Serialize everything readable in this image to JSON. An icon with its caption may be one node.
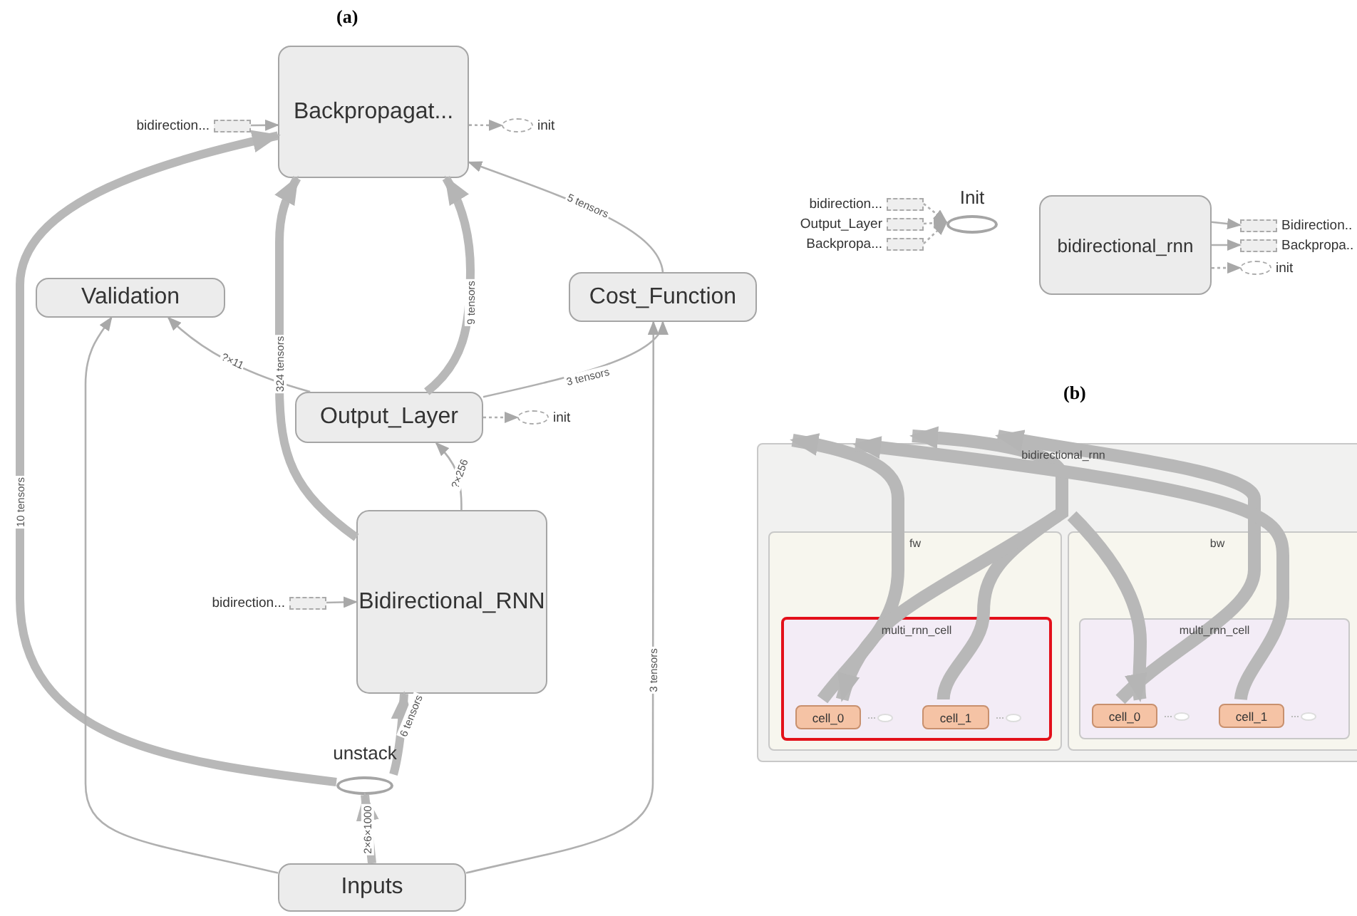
{
  "diagram": {
    "nodes": [
      {
        "text": [
          "Backpropagat..."
        ]
      },
      {
        "text": [
          "bidirection..."
        ]
      },
      {
        "text": [
          "init"
        ]
      },
      {
        "text": [
          "Validation"
        ]
      },
      {
        "text": [
          "Cost_Function"
        ]
      },
      {
        "text": [
          "Output_Layer"
        ]
      },
      {
        "text": [
          "init"
        ]
      },
      {
        "text": [
          "bidirection..."
        ]
      },
      {
        "text": [
          "Bidirectional_RNN"
        ]
      },
      {
        "text": [
          "unstack"
        ]
      },
      {
        "text": [
          "Inputs"
        ]
      },
      {
        "text": [
          "bidirection..."
        ]
      },
      {
        "text": [
          "Output_Layer"
        ]
      },
      {
        "text": [
          "Backpropa..."
        ]
      },
      {
        "text": [
          "Init"
        ]
      },
      {
        "text": [
          "bidirectional_rnn"
        ]
      },
      {
        "text": [
          "Bidirection.."
        ]
      },
      {
        "text": [
          "Backpropa.."
        ]
      },
      {
        "text": [
          "init"
        ]
      },
      {
        "text": [
          "bidirectional_rnn"
        ]
      },
      {
        "text": [
          "fw"
        ],
        "in": 19
      },
      {
        "text": [
          "multi_rnn_cell"
        ],
        "in": 20
      },
      {
        "text": [
          "cell_0"
        ],
        "in": 21
      },
      {
        "text": [
          "cell_1"
        ],
        "in": 21
      },
      {
        "text": [
          "bw"
        ],
        "in": 19
      },
      {
        "text": [
          "multi_rnn_cell"
        ],
        "in": 24
      },
      {
        "text": [
          "cell_0"
        ],
        "in": 25
      },
      {
        "text": [
          "cell_1"
        ],
        "in": 25
      }
    ],
    "edges": [
      {
        "from": 10,
        "to": 9,
        "arrow": "to",
        "label": "2×6×1000",
        "style": "thick"
      },
      {
        "from": 9,
        "to": 8,
        "arrow": "to",
        "label": "6 tensors",
        "style": "thick"
      },
      {
        "from": 9,
        "to": 0,
        "arrow": "to",
        "label": "10 tensors",
        "style": "thick"
      },
      {
        "from": 8,
        "to": 0,
        "arrow": "to",
        "label": "324 tensors",
        "style": "thick"
      },
      {
        "from": 8,
        "to": 5,
        "arrow": "to",
        "label": "?×256"
      },
      {
        "from": 5,
        "to": 0,
        "arrow": "to",
        "label": "9 tensors",
        "style": "thick"
      },
      {
        "from": 5,
        "to": 3,
        "arrow": "to",
        "label": "?×11"
      },
      {
        "from": 5,
        "to": 4,
        "arrow": "to",
        "label": "3 tensors"
      },
      {
        "from": 4,
        "to": 0,
        "arrow": "to",
        "label": "5 tensors"
      },
      {
        "from": 10,
        "to": 3,
        "arrow": "to"
      },
      {
        "from": 10,
        "to": 4,
        "arrow": "to",
        "label": "3 tensors"
      },
      {
        "from": 1,
        "to": 0,
        "arrow": "to"
      },
      {
        "from": 0,
        "to": 2,
        "arrow": "to",
        "style": "dashed"
      },
      {
        "from": 5,
        "to": 6,
        "arrow": "to",
        "style": "dashed"
      },
      {
        "from": 7,
        "to": 8,
        "arrow": "to"
      },
      {
        "from": 11,
        "to": 14,
        "arrow": "to",
        "style": "dashed"
      },
      {
        "from": 12,
        "to": 14,
        "arrow": "to",
        "style": "dashed"
      },
      {
        "from": 13,
        "to": 14,
        "arrow": "to",
        "style": "dashed"
      },
      {
        "from": 15,
        "to": 16,
        "arrow": "to"
      },
      {
        "from": 15,
        "to": 17,
        "arrow": "to"
      },
      {
        "from": 15,
        "to": 18,
        "arrow": "to",
        "style": "dashed"
      },
      {
        "from": 22,
        "to": null,
        "arrow": "to",
        "style": "thick"
      },
      {
        "from": 23,
        "to": null,
        "arrow": "to",
        "style": "thick"
      },
      {
        "from": null,
        "to": 22,
        "arrow": "to",
        "style": "thick"
      },
      {
        "from": 26,
        "to": null,
        "arrow": "to",
        "style": "thick"
      },
      {
        "from": 27,
        "to": null,
        "arrow": "to",
        "style": "thick"
      },
      {
        "from": null,
        "to": 26,
        "arrow": "to",
        "style": "thick"
      }
    ],
    "labels": [
      "(a)",
      "(b)"
    ]
  }
}
